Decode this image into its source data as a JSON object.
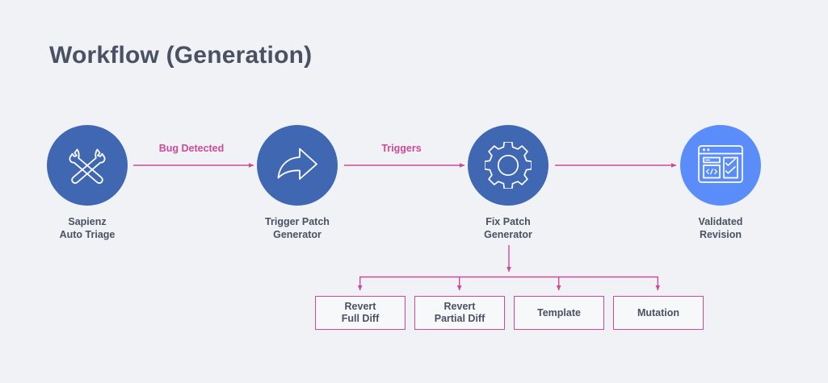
{
  "title": "Workflow (Generation)",
  "colors": {
    "background": "#f0f2f5",
    "node_dark_blue": "#4068b2",
    "node_light_blue": "#5b8dfa",
    "connector_pink": "#cc4a99",
    "text_slate": "#4a5162"
  },
  "nodes": [
    {
      "id": "sapienz-auto-triage",
      "label": "Sapienz\nAuto Triage",
      "icon": "crossed-wrenches-icon",
      "circle_color": "#4068b2"
    },
    {
      "id": "trigger-patch-generator",
      "label": "Trigger Patch\nGenerator",
      "icon": "curved-arrow-icon",
      "circle_color": "#4068b2"
    },
    {
      "id": "fix-patch-generator",
      "label": "Fix Patch\nGenerator",
      "icon": "gear-icon",
      "circle_color": "#4068b2"
    },
    {
      "id": "validated-revision",
      "label": "Validated\nRevision",
      "icon": "code-review-window-icon",
      "circle_color": "#5b8dfa"
    }
  ],
  "edges": [
    {
      "id": "edge-bug-detected",
      "label": "Bug Detected",
      "from": "sapienz-auto-triage",
      "to": "trigger-patch-generator"
    },
    {
      "id": "edge-triggers",
      "label": "Triggers",
      "from": "trigger-patch-generator",
      "to": "fix-patch-generator"
    },
    {
      "id": "edge-to-validated",
      "label": "",
      "from": "fix-patch-generator",
      "to": "validated-revision"
    }
  ],
  "strategies": {
    "parent": "fix-patch-generator",
    "items": [
      {
        "id": "revert-full-diff",
        "label": "Revert\nFull Diff"
      },
      {
        "id": "revert-partial-diff",
        "label": "Revert\nPartial Diff"
      },
      {
        "id": "template",
        "label": "Template"
      },
      {
        "id": "mutation",
        "label": "Mutation"
      }
    ]
  }
}
